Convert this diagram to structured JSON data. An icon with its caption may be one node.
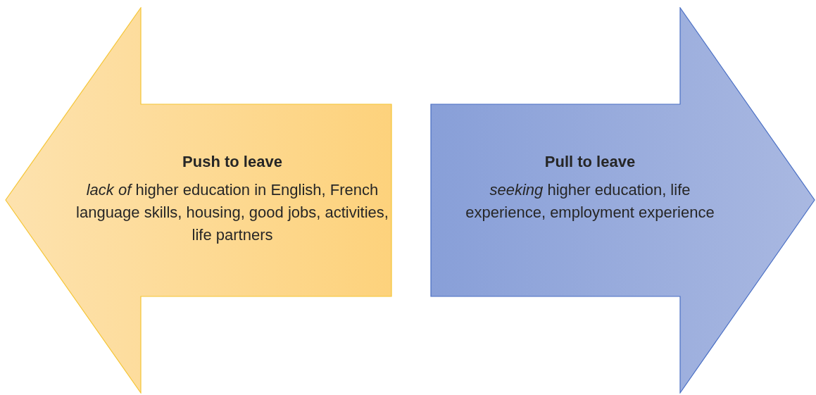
{
  "diagram": {
    "nodes": [
      {
        "text": [
          "Push to leave",
          "*lack of* higher education in English, French language skills, housing, good jobs, activities, life partners"
        ]
      },
      {
        "text": [
          "Pull to leave",
          "*seeking* higher education, life experience, employment experience"
        ]
      }
    ]
  }
}
